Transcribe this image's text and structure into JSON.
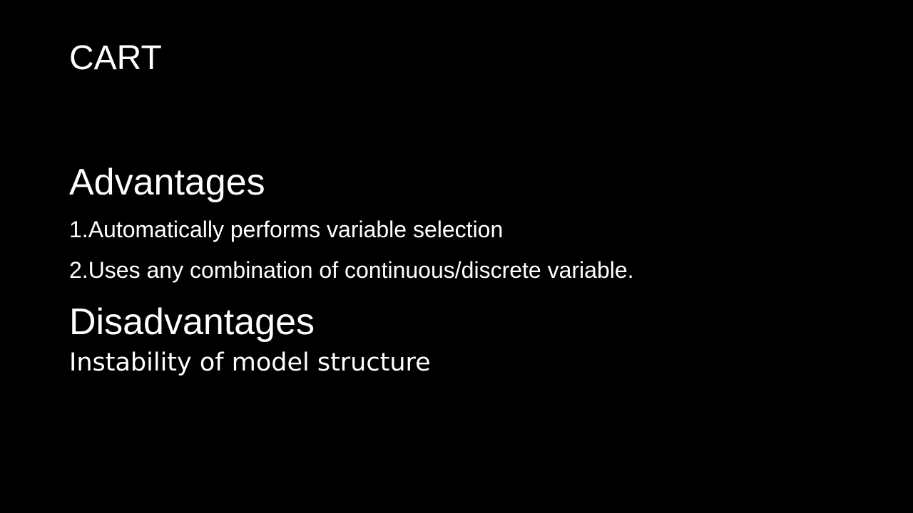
{
  "slide": {
    "title": "CART",
    "advantages": {
      "heading": "Advantages",
      "items": [
        "1.Automatically performs variable selection",
        "2.Uses any combination of continuous/discrete variable."
      ]
    },
    "disadvantages": {
      "heading": "Disadvantages",
      "items": [
        "Instability of model structure"
      ]
    }
  },
  "colors": {
    "background": "#000000",
    "text": "#ffffff"
  }
}
